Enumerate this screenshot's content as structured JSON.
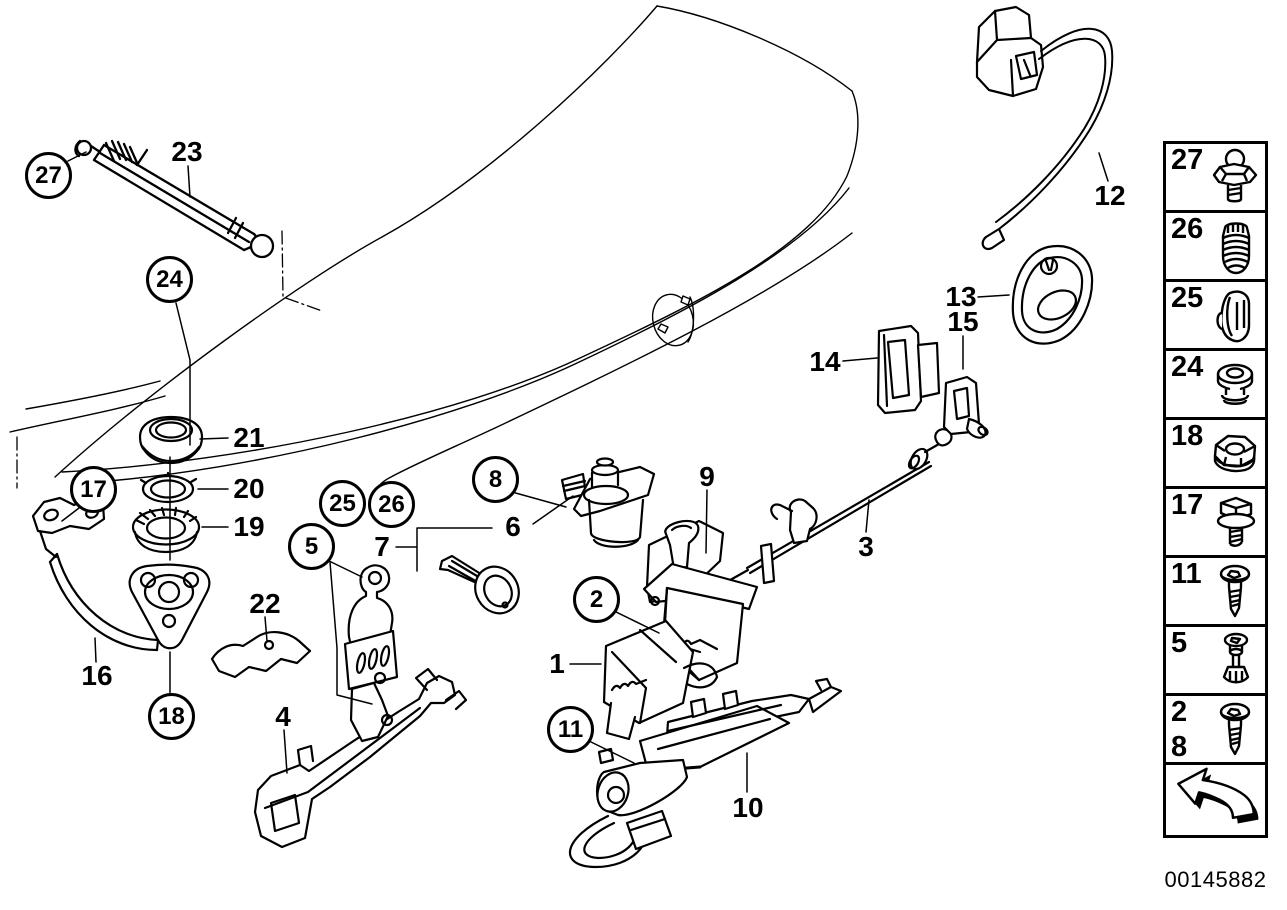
{
  "diagram": {
    "balloons": {
      "b27": "27",
      "b24": "24",
      "b17": "17",
      "b18": "18",
      "b5": "5",
      "b25": "25",
      "b26": "26",
      "b8": "8",
      "b2": "2",
      "b11": "11"
    },
    "labels": {
      "l23": "23",
      "l21": "21",
      "l20": "20",
      "l19": "19",
      "l22": "22",
      "l16": "16",
      "l4": "4",
      "l7": "7",
      "l6": "6",
      "l1": "1",
      "l10": "10",
      "l9": "9",
      "l3": "3",
      "l12": "12",
      "l13": "13",
      "l15": "15",
      "l14": "14"
    }
  },
  "sidebar": {
    "items": [
      {
        "label": "27",
        "icon": "ball-stud-icon"
      },
      {
        "label": "26",
        "icon": "ribbed-plug-icon"
      },
      {
        "label": "25",
        "icon": "clip-icon"
      },
      {
        "label": "24",
        "icon": "grommet-icon"
      },
      {
        "label": "18",
        "icon": "flange-nut-icon"
      },
      {
        "label": "17",
        "icon": "flange-bolt-icon"
      },
      {
        "label": "11",
        "icon": "torx-screw-icon"
      },
      {
        "label": "5",
        "icon": "expansion-rivet-icon"
      },
      {
        "label": "2",
        "label2": "8",
        "icon": "torx-screw-icon"
      }
    ],
    "nav_arrow_icon": "back-arrow-icon"
  },
  "footer": {
    "image_number": "00145882"
  },
  "colors": {
    "line": "#000000",
    "background": "#ffffff"
  }
}
